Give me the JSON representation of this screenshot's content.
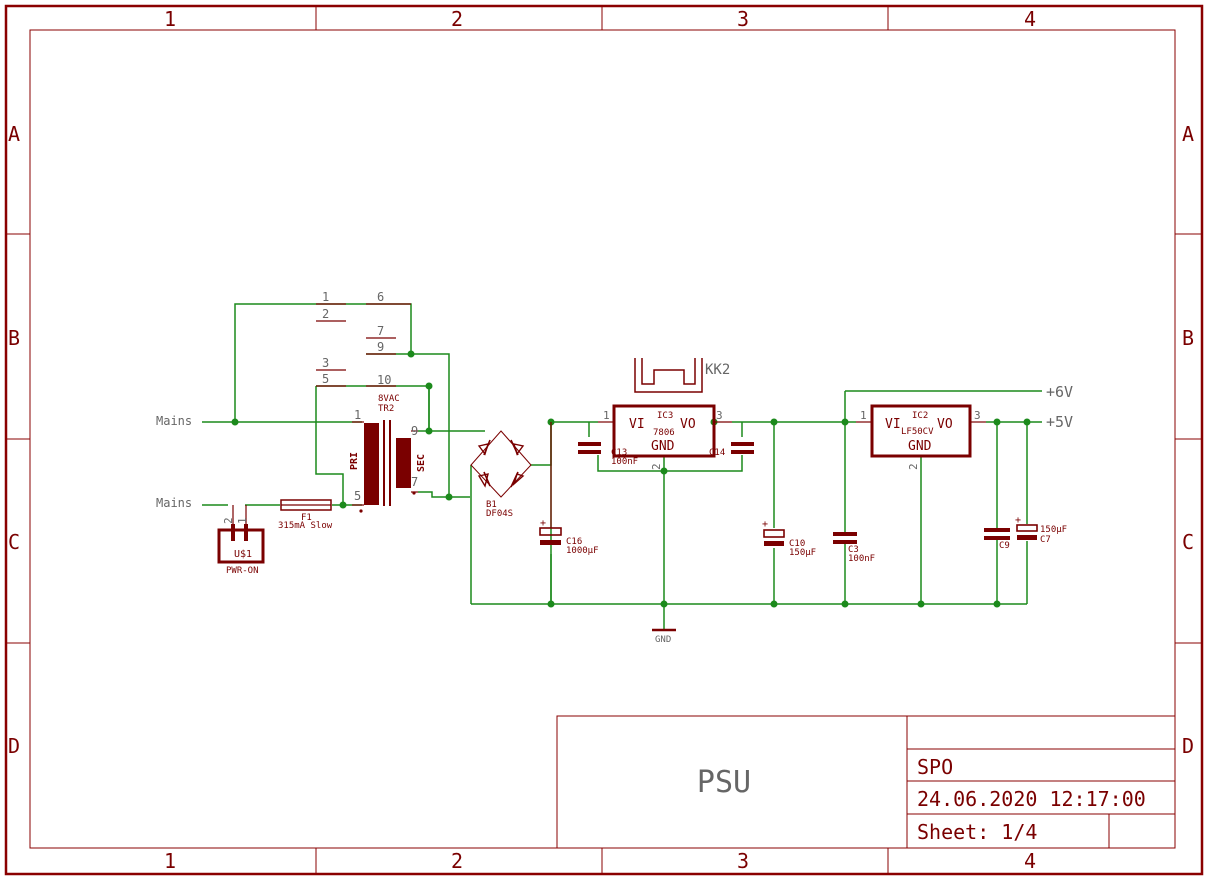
{
  "colors": {
    "frame": "#8a0000",
    "wire": "#1c8a1c",
    "part": "#7a0000",
    "net_label": "#666666"
  },
  "frame": {
    "columns": [
      "1",
      "2",
      "3",
      "4"
    ],
    "rows": [
      "A",
      "B",
      "C",
      "D"
    ]
  },
  "title_block": {
    "title": "PSU",
    "author": "SPO",
    "datetime": "24.06.2020  12:17:00",
    "sheet": "Sheet: 1/4"
  },
  "nets": {
    "mains_top": "Mains",
    "mains_bottom": "Mains",
    "v6": "+6V",
    "v5": "+5V",
    "gnd": "GND"
  },
  "parts": {
    "tr2": {
      "name": "TR2",
      "value": "8VAC",
      "pri": "PRI",
      "sec": "SEC",
      "pins": [
        "1",
        "2",
        "3",
        "5",
        "6",
        "7",
        "9",
        "10",
        "1",
        "9",
        "7",
        "5"
      ]
    },
    "f1": {
      "name": "F1",
      "value": "315mA Slow"
    },
    "us1": {
      "name": "U$1",
      "value": "PWR-ON",
      "pin_a": "2",
      "pin_b": "1"
    },
    "b1": {
      "name": "B1",
      "value": "DF04S"
    },
    "ic3": {
      "name": "IC3",
      "value": "7806",
      "vi": "VI",
      "vo": "VO",
      "gnd": "GND",
      "p1": "1",
      "p2": "2",
      "p3": "3"
    },
    "ic2": {
      "name": "IC2",
      "value": "LF50CV",
      "vi": "VI",
      "vo": "VO",
      "gnd": "GND",
      "p1": "1",
      "p2": "2",
      "p3": "3"
    },
    "kk2": {
      "name": "KK2"
    },
    "c13": {
      "name": "C13",
      "value": "100nF"
    },
    "c14": {
      "name": "C14"
    },
    "c16": {
      "name": "C16",
      "value": "1000µF"
    },
    "c10": {
      "name": "C10",
      "value": "150µF"
    },
    "c3": {
      "name": "C3",
      "value": "100nF"
    },
    "c9": {
      "name": "C9"
    },
    "c7": {
      "name": "C7",
      "value": "150µF"
    },
    "plus": "+"
  }
}
